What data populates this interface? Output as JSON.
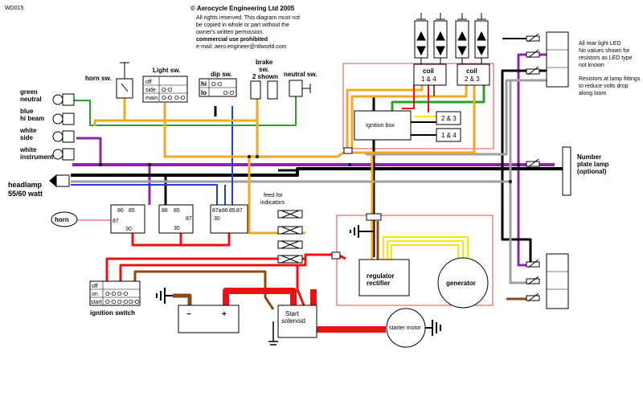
{
  "page": {
    "ref": "WD015",
    "copyright": "© Aerocycle Engineering Ltd 2005",
    "notice_lines": [
      "All rights reserved. This diagram must not",
      "be copied in whole or part without the",
      "owner's written permission.",
      "commercial use prohibited",
      "e-mail: aero.engineer@ntlworld.com"
    ]
  },
  "labels": {
    "horn_sw": "horn sw.",
    "light_sw": "Light sw.",
    "dip_sw": "dip sw.",
    "brake_sw": [
      "brake",
      "sw.",
      "2 shown"
    ],
    "neutral_sw": "neutral sw.",
    "green_neutral": [
      "green",
      "neutral"
    ],
    "blue_hi_beam": [
      "blue",
      "hi beam"
    ],
    "white_side": [
      "white",
      "side"
    ],
    "white_instrument": [
      "white",
      "instrument"
    ],
    "headlamp": [
      "headlamp",
      "55/60 watt"
    ],
    "horn": "horn",
    "ignition_switch": "ignition switch",
    "feed_indicators": [
      "feed for",
      "indicators"
    ],
    "regulator": [
      "regulator",
      "rectifier"
    ],
    "generator": "generator",
    "starter_motor": "starter motor",
    "start_solenoid": [
      "Start",
      "solenoid"
    ],
    "ignition_box": "Ignition box",
    "coil_14": [
      "coil",
      "1 & 4"
    ],
    "coil_23": [
      "coil",
      "2 & 3"
    ],
    "out_23": "2 & 3",
    "out_14": "1 & 4",
    "number_plate": [
      "Number",
      "plate lamp",
      "(optional)"
    ],
    "led_note": [
      "All rear light LED",
      "No values shown for",
      "resistors as LED type",
      "not known",
      "",
      "Resistors at lamp fittings",
      "to reduce volts drop",
      "along loom"
    ],
    "batt_neg": "−",
    "batt_pos": "+"
  },
  "switch_table": {
    "rows": [
      "off",
      "side",
      "main"
    ],
    "cols": [
      "o",
      "o",
      "o"
    ],
    "cells": [
      "",
      "",
      "",
      "",
      "O-O",
      "",
      "",
      "O-O",
      "O-O"
    ]
  },
  "dip_table": {
    "rows": [
      "hi",
      "lo"
    ],
    "cells": [
      "O-O",
      "",
      "",
      "O-O"
    ]
  },
  "ign_table": {
    "rows": [
      "off",
      "on",
      "start"
    ],
    "cells": [
      "",
      "",
      "",
      "O-O",
      "O-O",
      "",
      "O-O",
      "O-O",
      "O-O"
    ]
  },
  "relays": [
    {
      "pins": [
        "86",
        "85",
        "87",
        "30"
      ]
    },
    {
      "pins": [
        "86",
        "85",
        "87",
        "30"
      ]
    },
    {
      "pins": [
        "87a",
        "86",
        "85",
        "87",
        "30"
      ]
    }
  ],
  "colors": {
    "orange": "#f5a623",
    "purple": "#8e24aa",
    "green": "#2e9e2e",
    "red": "#ee1111",
    "brown": "#8b4a14",
    "grey": "#9e9e9e",
    "blue": "#1e3de0",
    "yellow": "#ffe600",
    "black": "#000000",
    "pink": "#ff9aa8",
    "box_outline": "#e04a4a"
  }
}
